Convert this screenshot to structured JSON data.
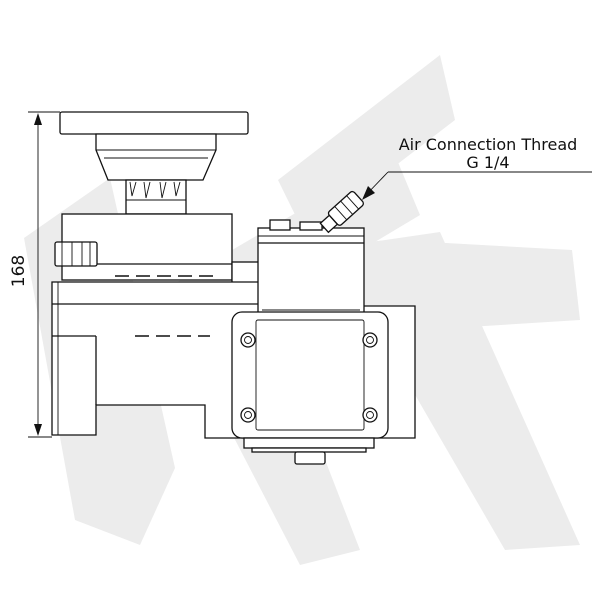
{
  "drawing": {
    "dimension_value": "168",
    "callout_line1": "Air Connection Thread",
    "callout_line2": "G 1/4",
    "watermark": "HK"
  },
  "colors": {
    "line": "#111111",
    "watermark": "#ececec",
    "background": "#ffffff"
  }
}
